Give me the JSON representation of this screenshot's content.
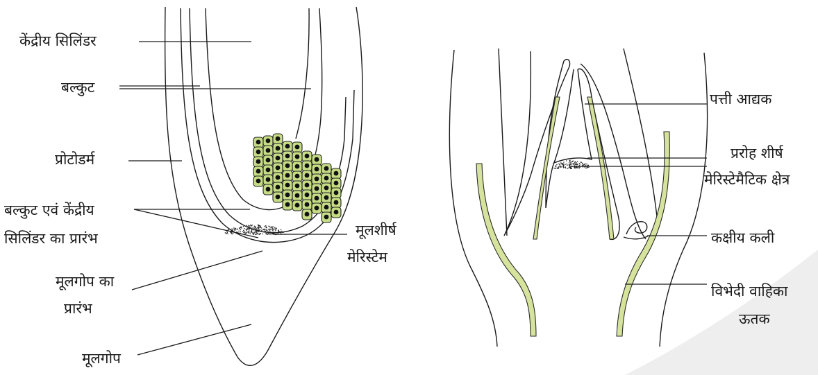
{
  "root_diagram": {
    "labels": {
      "central_cylinder": "केंद्रीय सिलिंडर",
      "cortex": "बल्कुट",
      "protoderm": "प्रोटोडर्म",
      "origin_line1": "बल्कुट एवं केंद्रीय",
      "origin_line2": "सिलिंडर का प्रारंभ",
      "root_apical_line1": "मूलशीर्ष",
      "root_apical_line2": "मेरिस्टेम",
      "root_cap_origin_line1": "मूलगोप का",
      "root_cap_origin_line2": "प्रारंभ",
      "root_cap": "मूलगोप"
    }
  },
  "shoot_diagram": {
    "labels": {
      "leaf_primordium": "पत्ती आद्यक",
      "shoot_apex": "प्ररोह शीर्ष",
      "meristematic_zone": "मेरिस्टेमैटिक क्षेत्र",
      "axillary_bud": "कक्षीय कली",
      "vascular_line1": "विभेदी वाहिका",
      "vascular_line2": "ऊतक"
    }
  },
  "colors": {
    "tissue_green": "#c6dc84",
    "line": "#1a1a1a"
  }
}
